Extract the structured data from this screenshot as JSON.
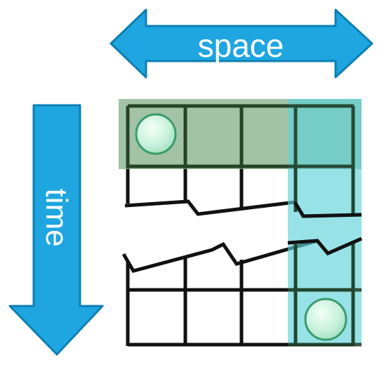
{
  "labels": {
    "space": "space",
    "time": "time"
  },
  "colors": {
    "arrow_fill": "#1fa6e0",
    "arrow_stroke": "#0d7fb3",
    "row_highlight": "#7aa97f",
    "column_highlight": "#5fd2d9",
    "grid_line": "#111111",
    "marker_fill": "#c9f2dc",
    "marker_stroke": "#3a9c6c",
    "background": "#ffffff"
  },
  "grid": {
    "columns": 4,
    "rows": 4
  }
}
